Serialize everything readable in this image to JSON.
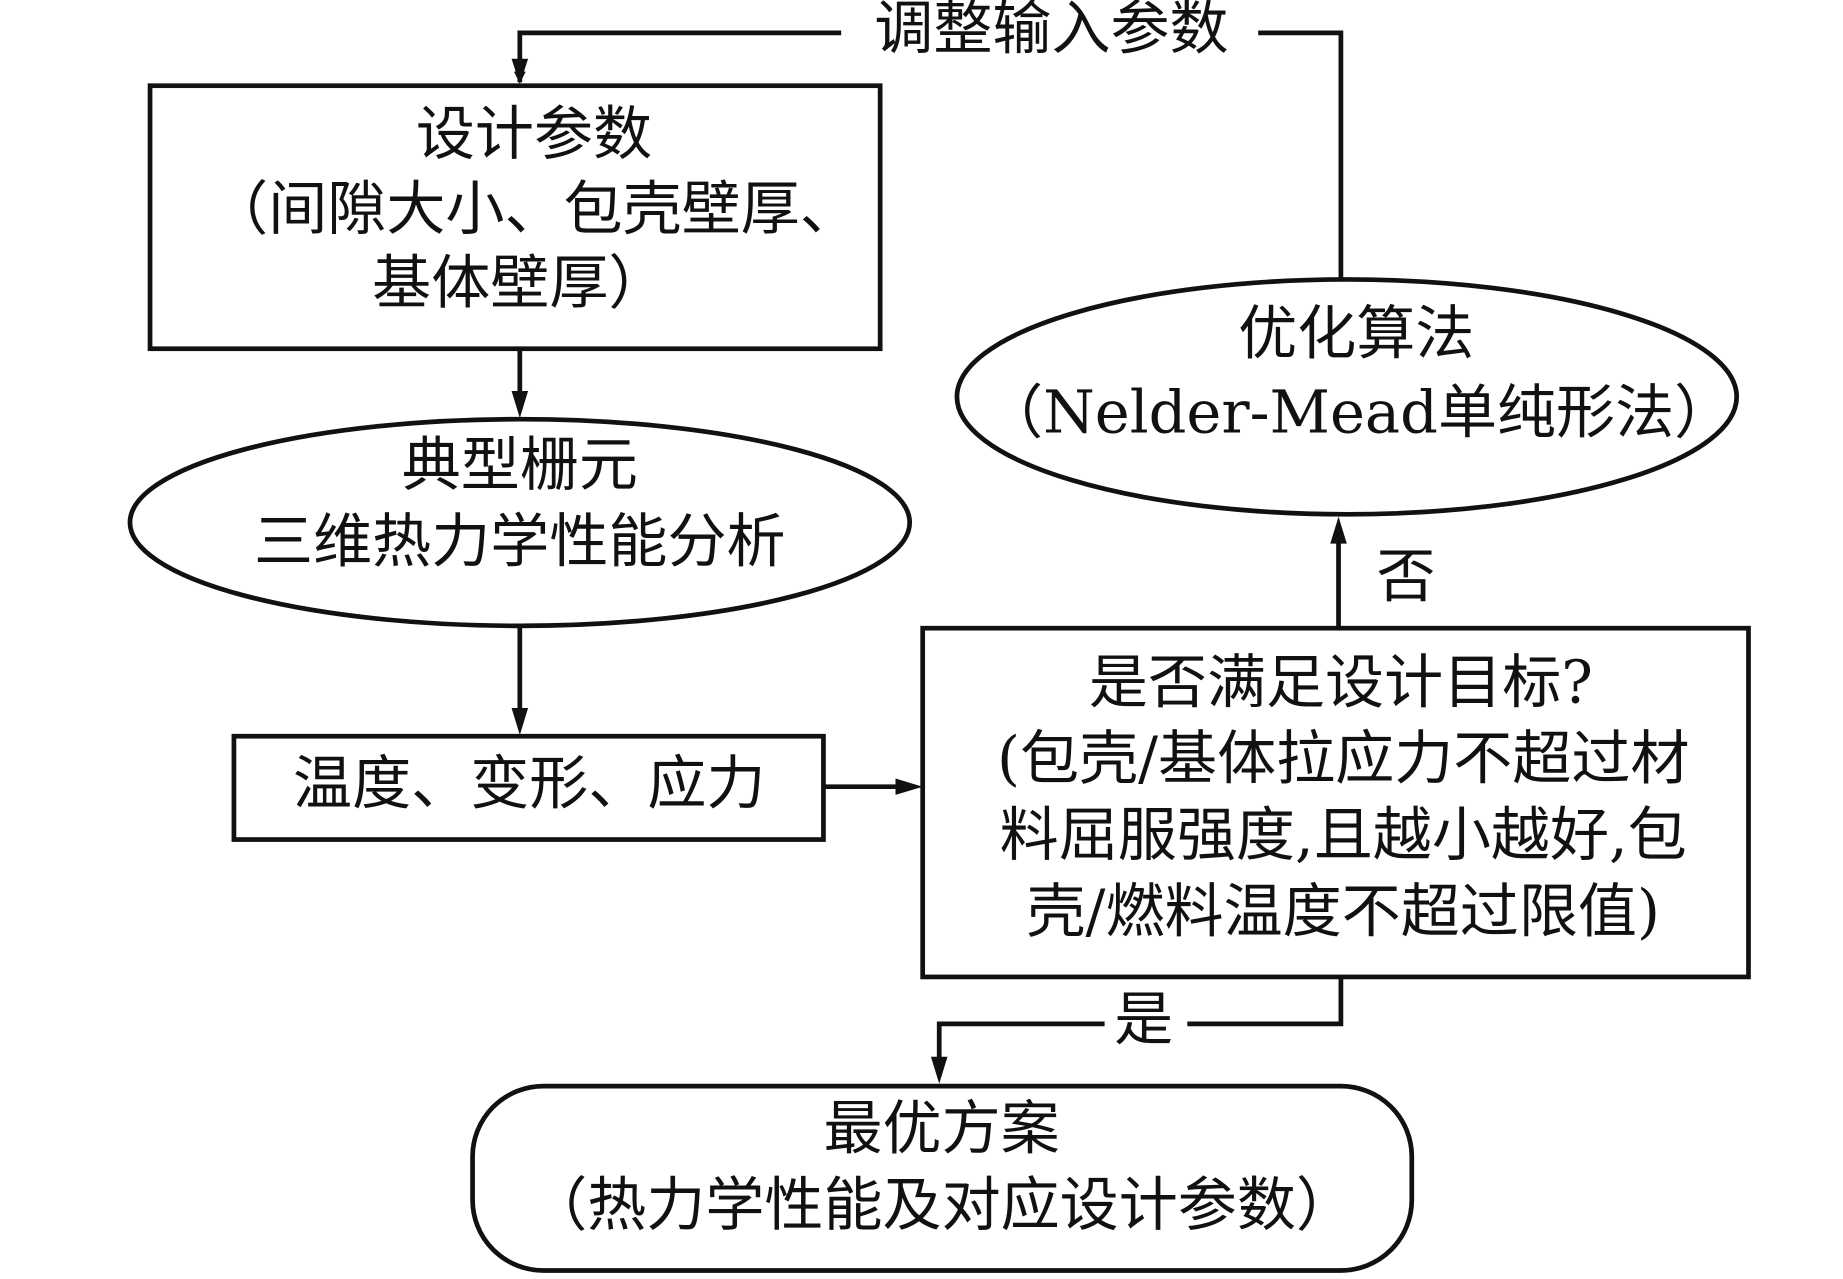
{
  "nodes": {
    "design_params": {
      "title": "设计参数",
      "lines": [
        "（间隙大小、包壳壁厚、",
        "基体壁厚）"
      ]
    },
    "analysis": {
      "lines": [
        "典型栅元",
        "三维热力学性能分析"
      ]
    },
    "results": {
      "label": "温度、变形、应力"
    },
    "decision": {
      "lines": [
        "是否满足设计目标?",
        "(包壳/基体拉应力不超过材",
        "料屈服强度,且越小越好,包",
        "壳/燃料温度不超过限值)"
      ]
    },
    "optimizer": {
      "lines": [
        "优化算法",
        "（Nelder-Mead单纯形法）"
      ]
    },
    "optimum": {
      "lines": [
        "最优方案",
        "（热力学性能及对应设计参数）"
      ]
    }
  },
  "edges": {
    "feedback_label": "调整输入参数",
    "no_label": "否",
    "yes_label": "是"
  }
}
